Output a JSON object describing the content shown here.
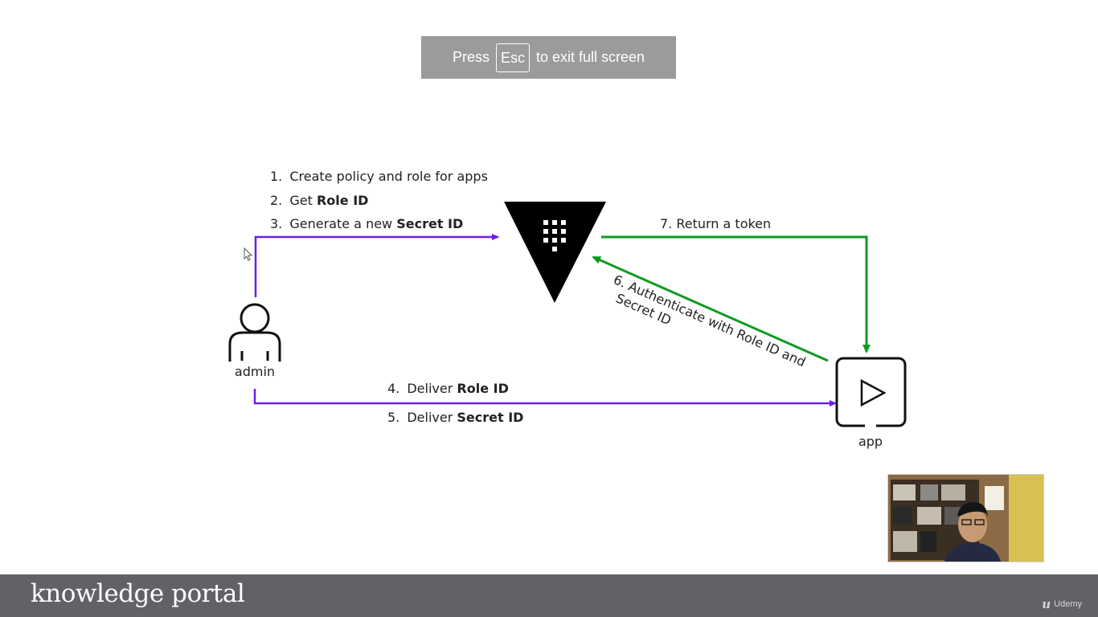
{
  "fullscreen_banner": {
    "prefix": "Press",
    "key": "Esc",
    "suffix": "to exit full screen"
  },
  "diagram": {
    "steps_left": [
      {
        "num": "1.",
        "text": "Create policy and role for apps",
        "bold": ""
      },
      {
        "num": "2.",
        "text": "Get ",
        "bold": "Role ID"
      },
      {
        "num": "3.",
        "text": "Generate a new ",
        "bold": "Secret ID"
      }
    ],
    "deliver": [
      {
        "num": "4.",
        "text": "Deliver ",
        "bold": "Role ID"
      },
      {
        "num": "5.",
        "text": "Deliver ",
        "bold": "Secret ID"
      }
    ],
    "return_token": "7.  Return a token",
    "authenticate_line1": "6.  Authenticate with Role ID and",
    "authenticate_line2": "Secret ID",
    "admin_label": "admin",
    "app_label": "app",
    "colors": {
      "purple": "#6a1fe6",
      "green": "#0f9a22",
      "vault": "#000000"
    }
  },
  "footer": {
    "brand": "knowledge portal",
    "udemy": "Udemy"
  }
}
